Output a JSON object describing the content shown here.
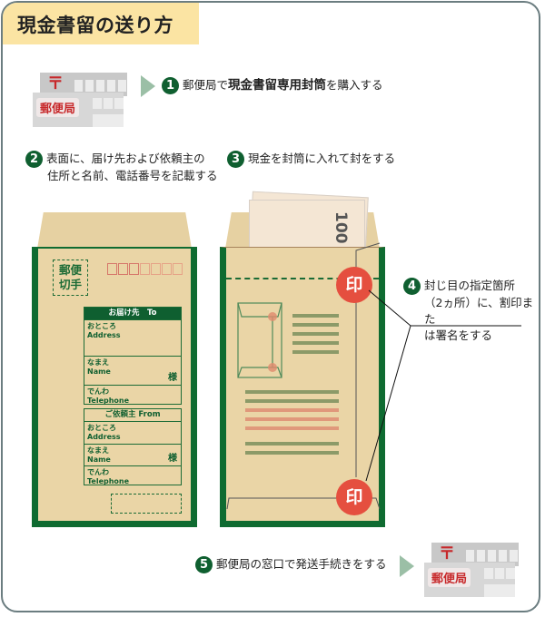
{
  "title": "現金書留の送り方",
  "colors": {
    "frame_border": "#6b7d80",
    "title_bg": "#fbe4a3",
    "step_badge": "#0f5f30",
    "envelope_fill": "#ead5a6",
    "envelope_border": "#0f6b31",
    "seal_red": "#e54f3f",
    "arrow": "#9bbfa6"
  },
  "post_office": {
    "sign": "郵便局",
    "mark": "〒"
  },
  "steps": [
    {
      "number": "1",
      "text_pre": "郵便局で",
      "text_bold": "現金書留専用封筒",
      "text_post": "を購入する"
    },
    {
      "number": "2",
      "line1": "表面に、届け先および依頼主の",
      "line2": "住所と名前、電話番号を記載する"
    },
    {
      "number": "3",
      "text": "現金を封筒に入れて封をする"
    },
    {
      "number": "4",
      "line1": "封じ目の指定箇所",
      "line2": "（2ヵ所）に、割印また",
      "line3": "は署名をする"
    },
    {
      "number": "5",
      "text": "郵便局の窓口で発送手続きをする"
    }
  ],
  "front_envelope": {
    "stamp_label_line1": "郵便",
    "stamp_label_line2": "切手",
    "zip_boxes": 7,
    "to_block": {
      "header": "お届け先　To",
      "address_jp": "おところ",
      "address_en": "Address",
      "name_jp": "なまえ",
      "name_en": "Name",
      "honorific": "様",
      "phone_jp": "でんわ",
      "phone_en": "Telephone"
    },
    "from_block": {
      "header": "ご依頼主 From",
      "address_jp": "おところ",
      "address_en": "Address",
      "name_jp": "なまえ",
      "name_en": "Name",
      "honorific": "様",
      "phone_jp": "でんわ",
      "phone_en": "Telephone"
    }
  },
  "back_envelope": {
    "bill_value": "100",
    "seal_char": "印"
  }
}
